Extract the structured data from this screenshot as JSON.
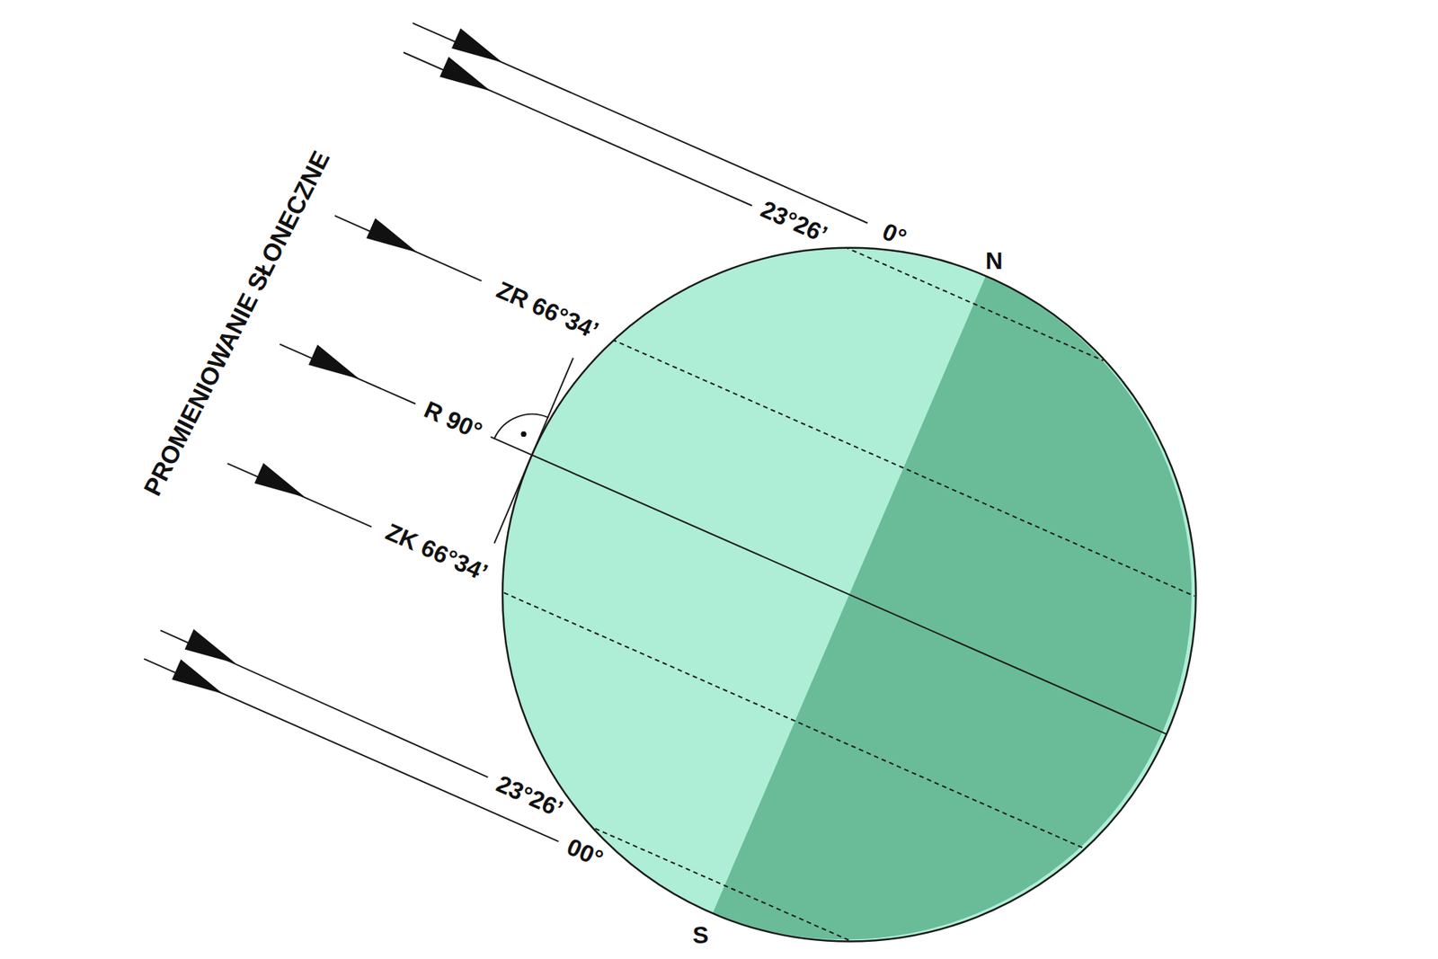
{
  "diagram": {
    "labels": [
      "PROMIENIOWANIE SŁONECZNE",
      "23°26’",
      "0°",
      "N",
      "ZR 66°34’",
      "R 90°",
      "ZK 66°34’",
      "23°26’",
      "00°",
      "S"
    ]
  }
}
